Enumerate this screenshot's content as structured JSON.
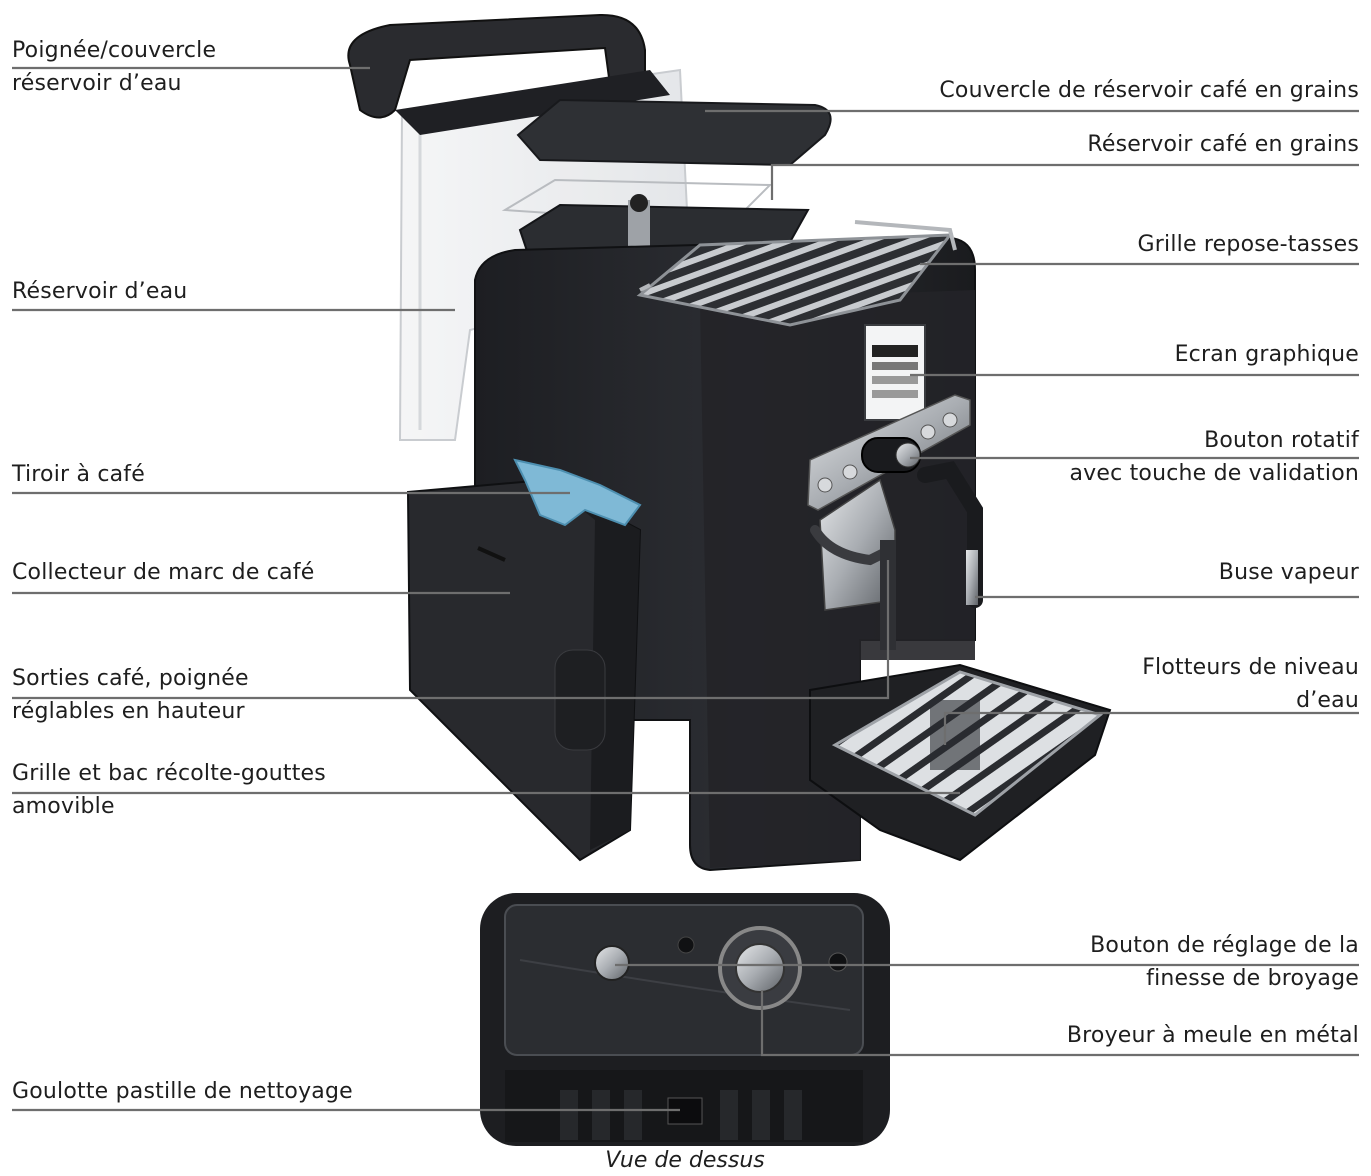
{
  "labels": {
    "handle_lid": [
      "Poignée/couvercle",
      "réservoir d’eau"
    ],
    "water_tank": [
      "Réservoir d’eau"
    ],
    "coffee_drawer": [
      "Tiroir à café"
    ],
    "grounds_collector": [
      "Collecteur de marc de café"
    ],
    "coffee_outlets": [
      "Sorties café, poignée",
      "réglables en hauteur"
    ],
    "drip_tray": [
      "Grille et bac récolte-gouttes",
      "amovible"
    ],
    "cleaning_chute": [
      "Goulotte pastille de nettoyage"
    ],
    "bean_lid": [
      "Couvercle de réservoir café en grains"
    ],
    "bean_tank": [
      "Réservoir café en grains"
    ],
    "cup_rack": [
      "Grille repose-tasses"
    ],
    "screen": [
      "Ecran graphique"
    ],
    "rotary_button": [
      "Bouton rotatif",
      "avec touche de validation"
    ],
    "steam_nozzle": [
      "Buse vapeur"
    ],
    "water_floats": [
      "Flotteurs de niveau",
      "d’eau"
    ],
    "grind_knob": [
      "Bouton de réglage de la",
      "finesse de broyage"
    ],
    "grinder": [
      "Broyeur à meule en métal"
    ]
  },
  "caption": "Vue de dessus",
  "colors": {
    "leader_line": "#6e6e6e",
    "machine_body": "#26272b",
    "drawer_accent": "#7fb9d6",
    "steel": "#c9ccd0"
  }
}
